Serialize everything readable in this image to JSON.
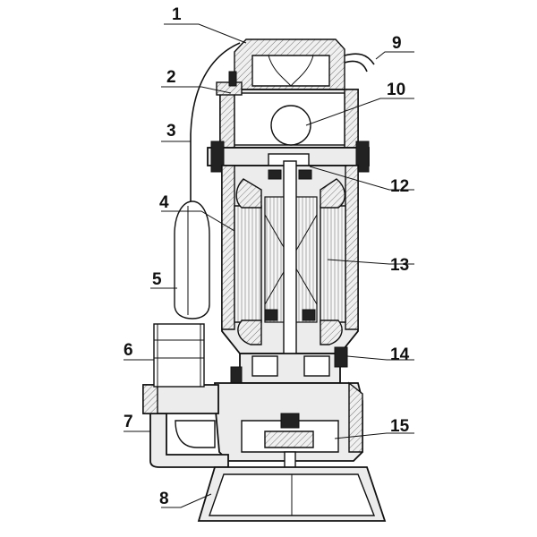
{
  "callouts": [
    {
      "id": "1",
      "label": "1"
    },
    {
      "id": "2",
      "label": "2"
    },
    {
      "id": "3",
      "label": "3"
    },
    {
      "id": "4",
      "label": "4"
    },
    {
      "id": "5",
      "label": "5"
    },
    {
      "id": "6",
      "label": "6"
    },
    {
      "id": "7",
      "label": "7"
    },
    {
      "id": "8",
      "label": "8"
    },
    {
      "id": "9",
      "label": "9"
    },
    {
      "id": "10",
      "label": "10"
    },
    {
      "id": "12",
      "label": "12"
    },
    {
      "id": "13",
      "label": "13"
    },
    {
      "id": "14",
      "label": "14"
    },
    {
      "id": "15",
      "label": "15"
    }
  ],
  "colors": {
    "line": "#111111",
    "fill": "#ececec",
    "background": "#ffffff"
  }
}
